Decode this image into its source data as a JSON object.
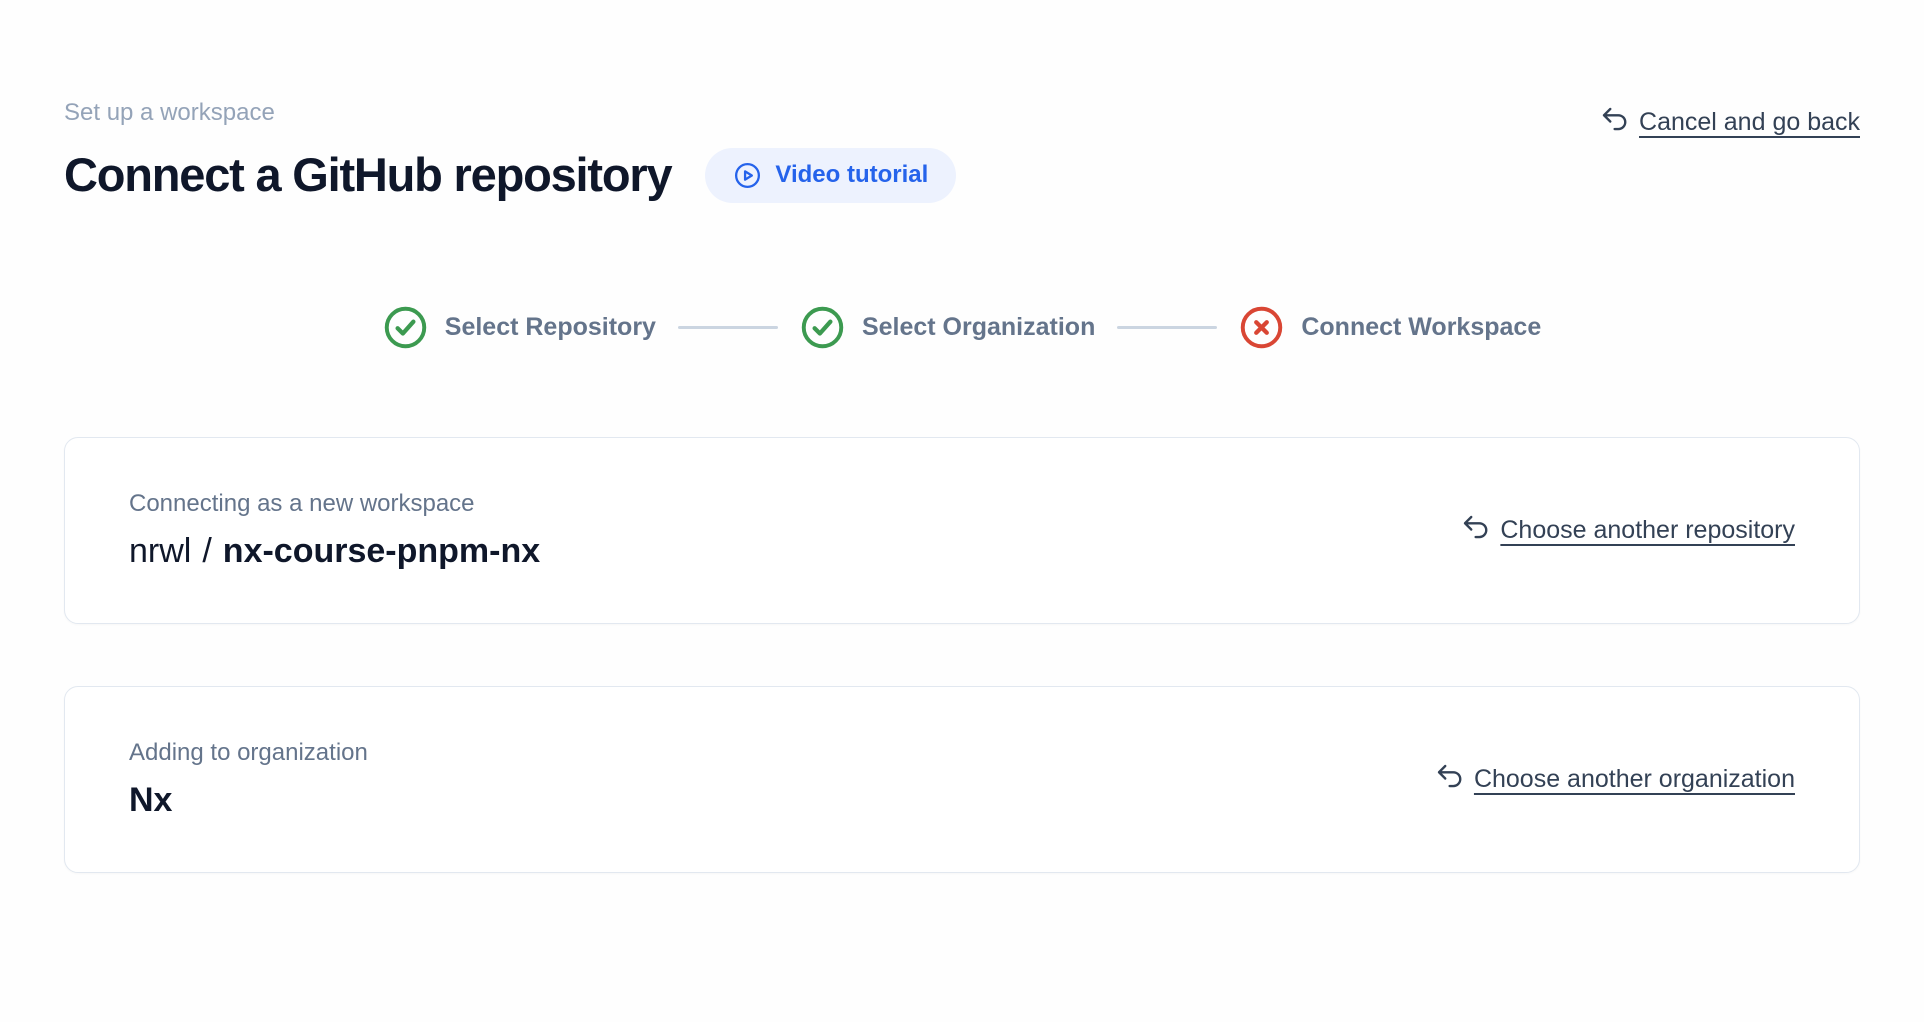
{
  "header": {
    "eyebrow": "Set up a workspace",
    "title": "Connect a GitHub repository",
    "video_tutorial_label": "Video tutorial",
    "cancel_label": "Cancel and go back"
  },
  "stepper": {
    "steps": [
      {
        "label": "Select Repository",
        "status": "complete"
      },
      {
        "label": "Select Organization",
        "status": "complete"
      },
      {
        "label": "Connect Workspace",
        "status": "error"
      }
    ]
  },
  "repository_card": {
    "label": "Connecting as a new workspace",
    "owner": "nrwl",
    "separator": "/",
    "repo": "nx-course-pnpm-nx",
    "change_link": "Choose another repository"
  },
  "organization_card": {
    "label": "Adding to organization",
    "name": "Nx",
    "change_link": "Choose another organization"
  },
  "icons": {
    "video": "play-circle-icon",
    "back": "undo-arrow-icon",
    "step_complete": "check-circle-icon",
    "step_error": "x-circle-icon"
  },
  "colors": {
    "accent_blue": "#2563eb",
    "accent_blue_bg": "#edf2fe",
    "success_green": "#3c9a50",
    "error_red": "#d94634",
    "text_dark": "#0f172a",
    "text_muted": "#64748b",
    "text_faint": "#94a3b8",
    "card_border": "#e2e8f0"
  }
}
